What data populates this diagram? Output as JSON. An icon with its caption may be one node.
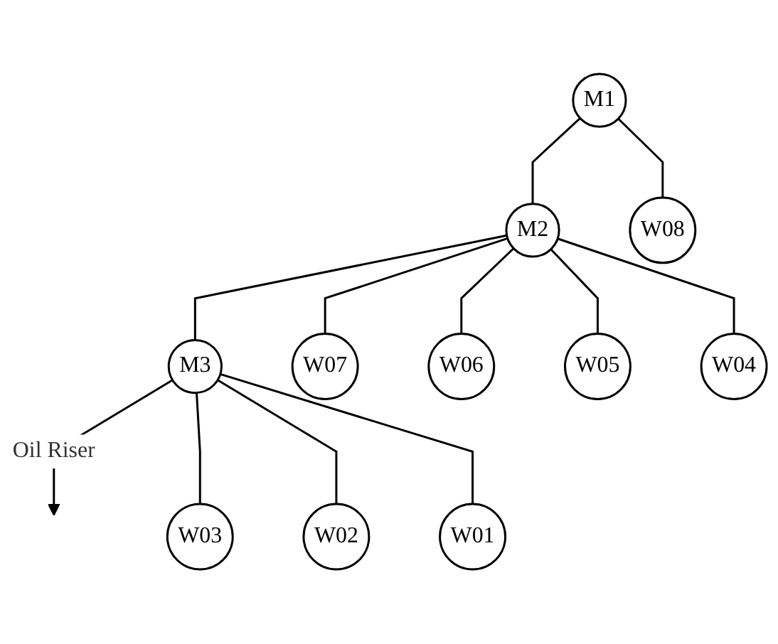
{
  "diagram": {
    "nodes": [
      {
        "text": [
          "M1"
        ]
      },
      {
        "text": [
          "M2"
        ]
      },
      {
        "text": [
          "M3"
        ]
      },
      {
        "text": [
          "W08"
        ]
      },
      {
        "text": [
          "W07"
        ]
      },
      {
        "text": [
          "W06"
        ]
      },
      {
        "text": [
          "W05"
        ]
      },
      {
        "text": [
          "W04"
        ]
      },
      {
        "text": [
          "W03"
        ]
      },
      {
        "text": [
          "W02"
        ]
      },
      {
        "text": [
          "W01"
        ]
      }
    ],
    "edges": [
      {
        "from": 0,
        "to": 1,
        "arrow": "none"
      },
      {
        "from": 1,
        "to": 2,
        "arrow": "none"
      },
      {
        "from": 2,
        "to": null,
        "arrow": "to",
        "label": "Oil Riser"
      },
      {
        "from": 0,
        "to": 3,
        "arrow": "none"
      },
      {
        "from": 1,
        "to": 4,
        "arrow": "none"
      },
      {
        "from": 1,
        "to": 5,
        "arrow": "none"
      },
      {
        "from": 1,
        "to": 6,
        "arrow": "none"
      },
      {
        "from": 1,
        "to": 7,
        "arrow": "none"
      },
      {
        "from": 2,
        "to": 8,
        "arrow": "none"
      },
      {
        "from": 2,
        "to": 9,
        "arrow": "none"
      },
      {
        "from": 2,
        "to": 10,
        "arrow": "none"
      }
    ]
  }
}
